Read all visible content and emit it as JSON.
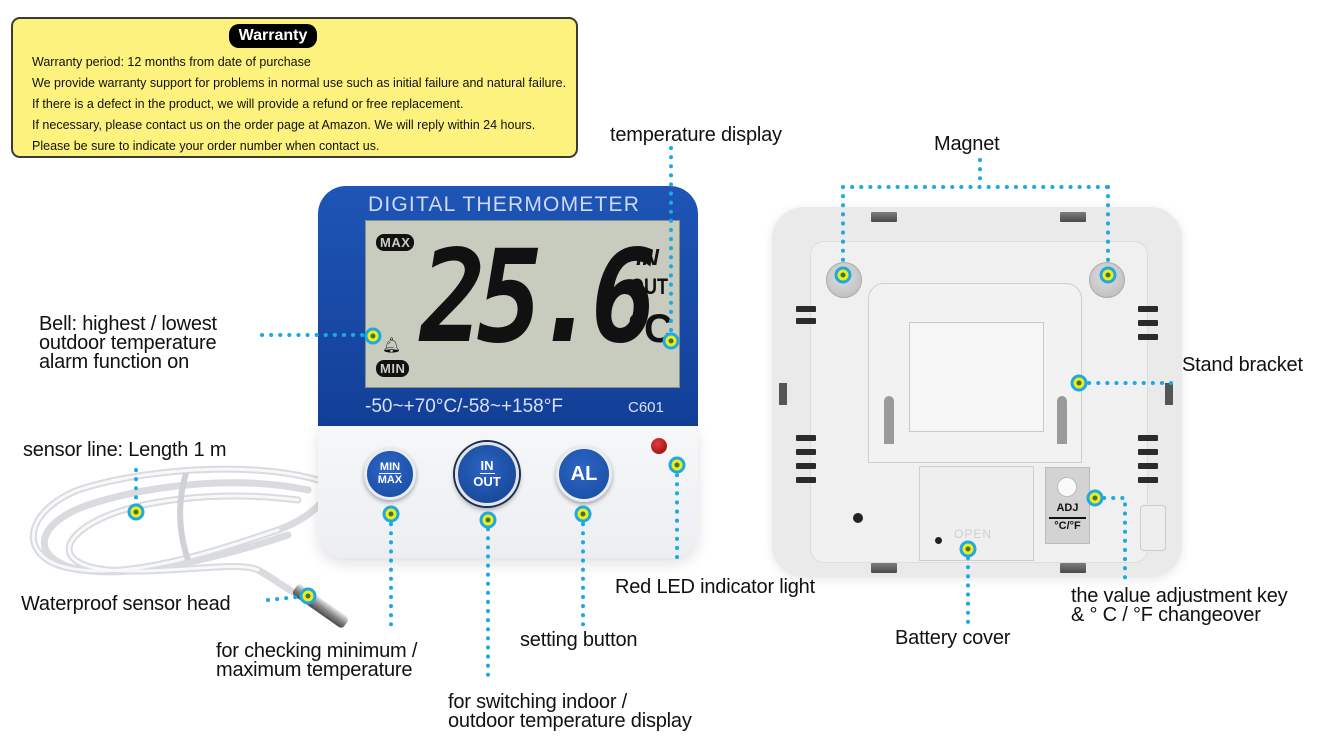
{
  "warranty": {
    "title": "Warranty",
    "lines": [
      "Warranty period: 12 months from date of purchase",
      "We provide warranty support for problems in normal use such as initial failure and natural failure.",
      "If there is a defect in the product, we will provide a refund or free replacement.",
      "If necessary, please contact us on the order page at Amazon. We will reply within 24 hours.",
      "Please be sure to indicate your order number when contact us."
    ]
  },
  "device": {
    "title": "DIGITAL  THERMOMETER",
    "reading": "25.6",
    "unit": "°C",
    "mode_in": "IN",
    "mode_out": "OUT",
    "max_label": "MAX",
    "min_label": "MIN",
    "range": "-50~+70°C/-58~+158°F",
    "model": "C601",
    "buttons": {
      "minmax": {
        "top": "MIN",
        "bottom": "MAX"
      },
      "inout": {
        "top": "IN",
        "bottom": "OUT"
      },
      "alarm": {
        "label": "AL"
      }
    },
    "led_color": "#c0151b",
    "accent_color": "#1a4fa8",
    "back": {
      "adj_top": "ADJ",
      "adj_bottom": "°C/°F",
      "battery_text": "OPEN"
    }
  },
  "callouts": {
    "temperature_display": "temperature display",
    "magnet": "Magnet",
    "bell": [
      "Bell:  highest / lowest",
      "outdoor temperature",
      "alarm function on"
    ],
    "stand_bracket": "Stand bracket",
    "sensor_line": "sensor line: Length 1 m",
    "sensor_head": "Waterproof sensor head",
    "red_led": "Red LED indicator light",
    "min_max": [
      "for checking minimum /",
      "maximum temperature"
    ],
    "setting": "setting button",
    "in_out": [
      "for switching indoor /",
      "outdoor temperature display"
    ],
    "battery_cover": "Battery cover",
    "adjust": [
      "the value adjustment key",
      "& °   C / °F changeover"
    ]
  },
  "callout_colors": {
    "dot": "#1fa9e1",
    "ring_fill": "#f2ea1d"
  }
}
